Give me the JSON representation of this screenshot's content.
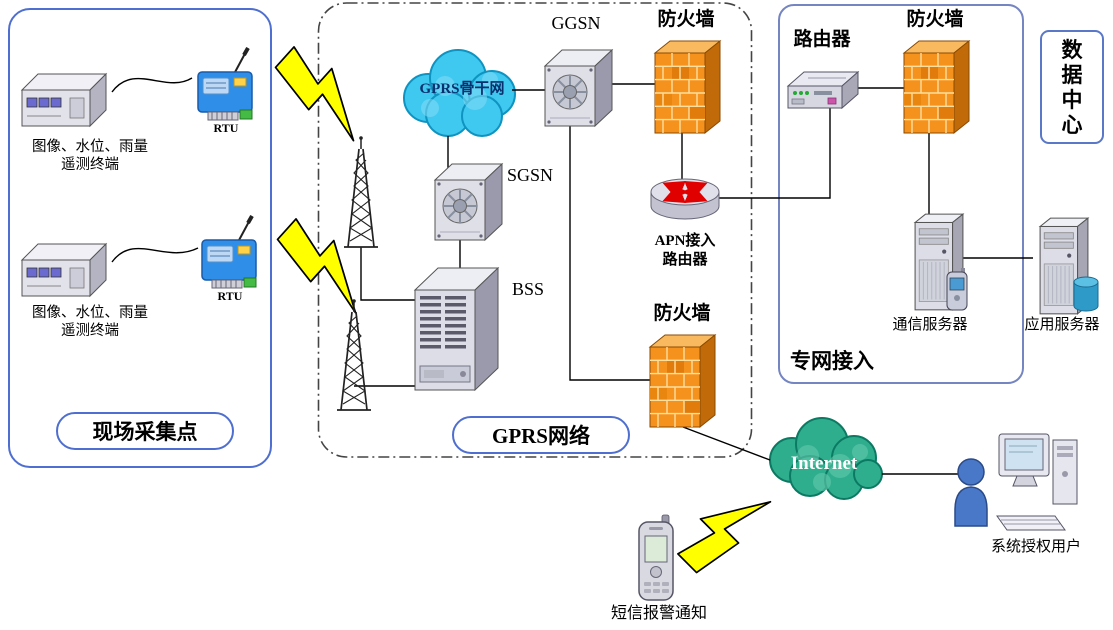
{
  "field_site": {
    "title": "现场采集点",
    "terminal1": {
      "label_line1": "图像、水位、雨量",
      "label_line2": "遥测终端",
      "rtu_label": "RTU"
    },
    "terminal2": {
      "label_line1": "图像、水位、雨量",
      "label_line2": "遥测终端",
      "rtu_label": "RTU"
    }
  },
  "gprs_network": {
    "title": "GPRS网络",
    "backbone_cloud_label": "GPRS骨干网",
    "ggsn_label": "GGSN",
    "sgsn_label": "SGSN",
    "bss_label": "BSS",
    "firewall_top_label": "防火墙",
    "firewall_bottom_label": "防火墙",
    "apn_router_line1": "APN接入",
    "apn_router_line2": "路由器"
  },
  "private_access": {
    "title": "专网接入",
    "router_label": "路由器",
    "firewall_label": "防火墙",
    "comm_server_label": "通信服务器",
    "app_server_label": "应用服务器"
  },
  "data_center_label": "数据中心",
  "internet_label": "Internet",
  "sms_alert_label": "短信报警通知",
  "authorized_user_label": "系统授权用户",
  "colors": {
    "panel_border_blue": "#4f6fd0",
    "gprs_panel_border": "#444444",
    "firewall_orange": "#f5921e",
    "gprs_cloud_cyan": "#3fc8f0",
    "internet_cloud_green": "#2fae8e",
    "lightning_yellow": "#ffff00",
    "person_blue": "#4a78c8",
    "rtu_blue": "#2f8fe8"
  }
}
